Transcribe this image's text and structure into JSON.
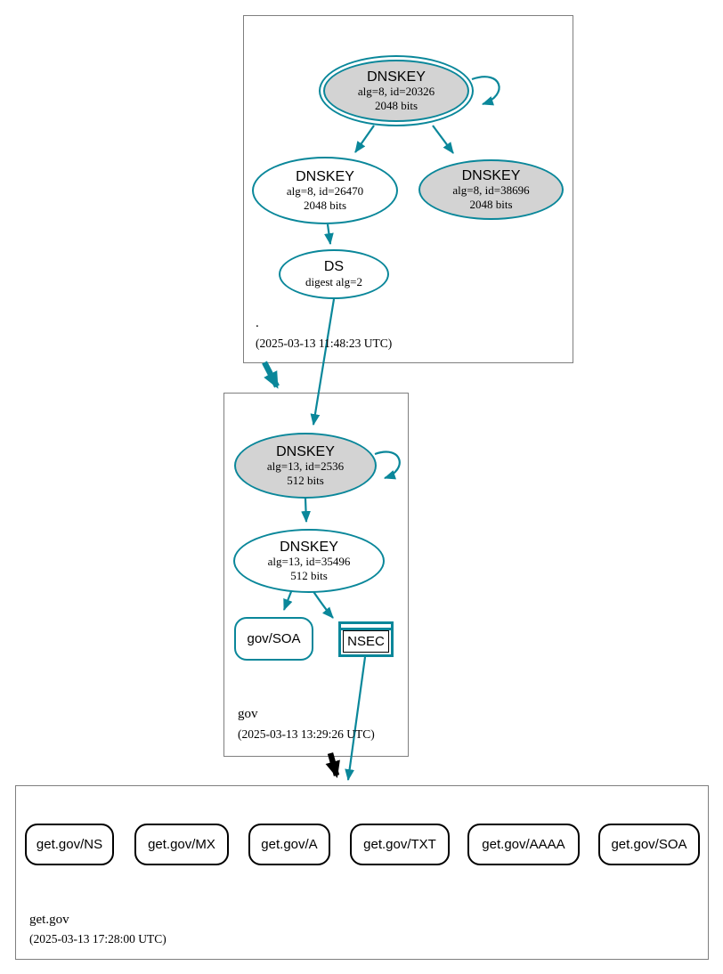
{
  "colors": {
    "secure_teal": "#0a879a",
    "ksk_gray_fill": "#d3d3d3",
    "zone_box_border": "#7f7f7f",
    "insecure_black": "#000000"
  },
  "root_zone": {
    "label": ".",
    "timestamp": "(2025-03-13 11:48:23 UTC)",
    "key_ksk": {
      "title": "DNSKEY",
      "detail1": "alg=8, id=20326",
      "detail2": "2048 bits"
    },
    "key_zsk": {
      "title": "DNSKEY",
      "detail1": "alg=8, id=26470",
      "detail2": "2048 bits"
    },
    "key_other": {
      "title": "DNSKEY",
      "detail1": "alg=8, id=38696",
      "detail2": "2048 bits"
    },
    "ds": {
      "title": "DS",
      "detail1": "digest alg=2"
    }
  },
  "gov_zone": {
    "label": "gov",
    "timestamp": "(2025-03-13 13:29:26 UTC)",
    "key_ksk": {
      "title": "DNSKEY",
      "detail1": "alg=13, id=2536",
      "detail2": "512 bits"
    },
    "key_zsk": {
      "title": "DNSKEY",
      "detail1": "alg=13, id=35496",
      "detail2": "512 bits"
    },
    "soa": {
      "label": "gov/SOA"
    },
    "nsec": {
      "label": "NSEC"
    }
  },
  "getgov_zone": {
    "label": "get.gov",
    "timestamp": "(2025-03-13 17:28:00 UTC)",
    "rrsets": [
      {
        "label": "get.gov/NS"
      },
      {
        "label": "get.gov/MX"
      },
      {
        "label": "get.gov/A"
      },
      {
        "label": "get.gov/TXT"
      },
      {
        "label": "get.gov/AAAA"
      },
      {
        "label": "get.gov/SOA"
      }
    ]
  }
}
